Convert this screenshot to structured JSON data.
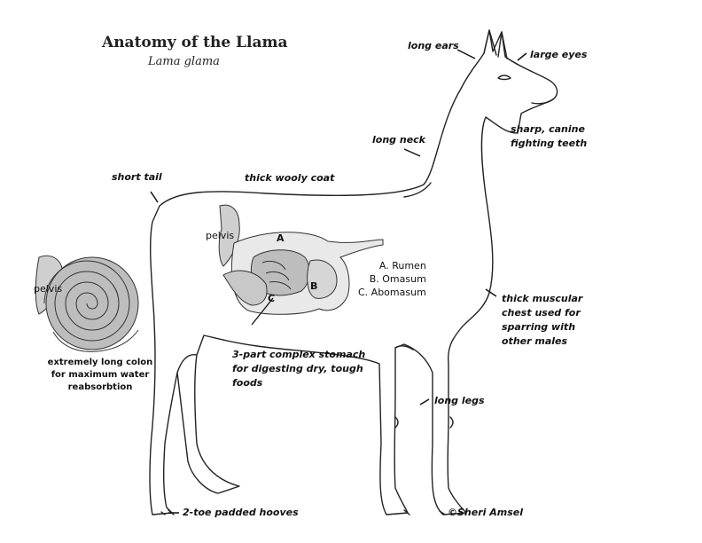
{
  "title": "Anatomy of the Llama",
  "subtitle": "Lama glama",
  "labels": {
    "long_ears": "long ears",
    "large_eyes": "large eyes",
    "teeth_1": "sharp, canine",
    "teeth_2": "fighting teeth",
    "long_neck": "long neck",
    "short_tail": "short tail",
    "thick_coat": "thick wooly coat",
    "chest_1": "thick muscular",
    "chest_2": "chest used for",
    "chest_3": "sparring with",
    "chest_4": "other males",
    "long_legs": "long legs",
    "stomach_1": "3-part complex stomach",
    "stomach_2": "for digesting dry, tough",
    "stomach_3": "foods",
    "hooves": "2-toe padded hooves",
    "pelvis_body": "pelvis",
    "pelvis_colon": "pelvis",
    "colon_1": "extremely long colon",
    "colon_2": "for maximum water",
    "colon_3": "reabsorbtion",
    "copyright": "©Sheri Amsel"
  },
  "stomach_key": {
    "a": "A. Rumen",
    "b": "B. Omasum",
    "c": "C. Abomasum",
    "letter_a": "A",
    "letter_b": "B",
    "letter_c": "C"
  }
}
